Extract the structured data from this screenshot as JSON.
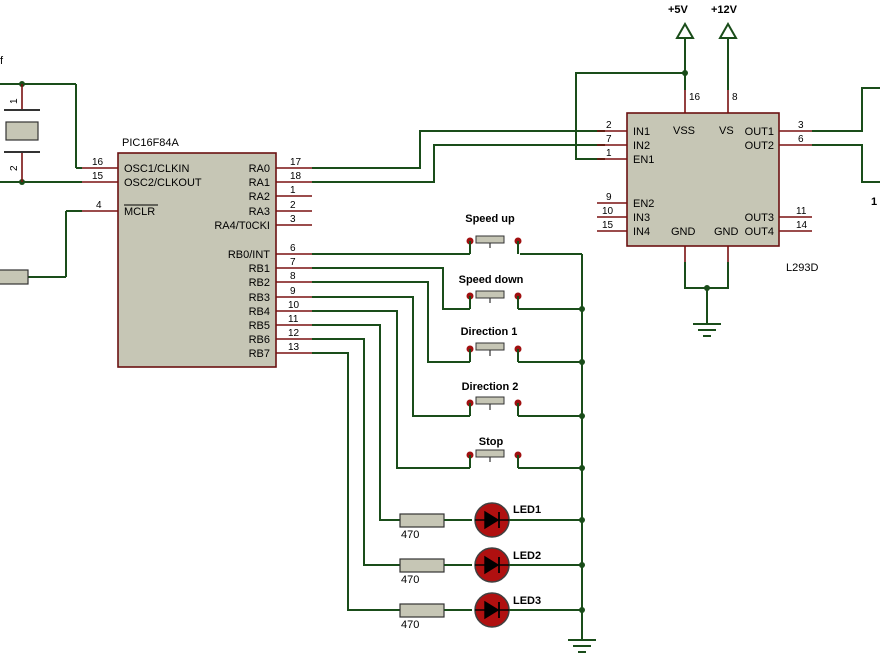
{
  "mcu": {
    "part": "PIC16F84A",
    "left_pins": [
      {
        "num": "16",
        "name": "OSC1/CLKIN"
      },
      {
        "num": "15",
        "name": "OSC2/CLKOUT"
      },
      {
        "num": "4",
        "name": "MCLR"
      }
    ],
    "right_pins": [
      {
        "num": "17",
        "name": "RA0"
      },
      {
        "num": "18",
        "name": "RA1"
      },
      {
        "num": "1",
        "name": "RA2"
      },
      {
        "num": "2",
        "name": "RA3"
      },
      {
        "num": "3",
        "name": "RA4/T0CKI"
      },
      {
        "num": "6",
        "name": "RB0/INT"
      },
      {
        "num": "7",
        "name": "RB1"
      },
      {
        "num": "8",
        "name": "RB2"
      },
      {
        "num": "9",
        "name": "RB3"
      },
      {
        "num": "10",
        "name": "RB4"
      },
      {
        "num": "11",
        "name": "RB5"
      },
      {
        "num": "12",
        "name": "RB6"
      },
      {
        "num": "13",
        "name": "RB7"
      }
    ]
  },
  "driver": {
    "part": "L293D",
    "left_pins": [
      {
        "num": "2",
        "name": "IN1"
      },
      {
        "num": "7",
        "name": "IN2"
      },
      {
        "num": "1",
        "name": "EN1"
      },
      {
        "num": "9",
        "name": "EN2"
      },
      {
        "num": "10",
        "name": "IN3"
      },
      {
        "num": "15",
        "name": "IN4"
      }
    ],
    "right_pins": [
      {
        "num": "3",
        "name": "OUT1"
      },
      {
        "num": "6",
        "name": "OUT2"
      },
      {
        "num": "11",
        "name": "OUT3"
      },
      {
        "num": "14",
        "name": "OUT4"
      }
    ],
    "top_pins": [
      {
        "num": "16",
        "name": "VSS"
      },
      {
        "num": "8",
        "name": "VS"
      }
    ],
    "bottom_labels": [
      "GND",
      "GND"
    ]
  },
  "power": {
    "v5": "+5V",
    "v12": "+12V"
  },
  "crystal": {
    "pin1": "1",
    "pin2": "2",
    "cut_label": "f"
  },
  "buttons": [
    "Speed up",
    "Speed down",
    "Direction 1",
    "Direction 2",
    "Stop"
  ],
  "leds": [
    {
      "name": "LED1",
      "resistor": "470"
    },
    {
      "name": "LED2",
      "resistor": "470"
    },
    {
      "name": "LED3",
      "resistor": "470"
    }
  ],
  "edge_text": "1",
  "colors": {
    "wire": "#1a4d1a",
    "chip_fill": "#c6c6b5",
    "pin": "#7a1010",
    "led": "#b01010"
  }
}
